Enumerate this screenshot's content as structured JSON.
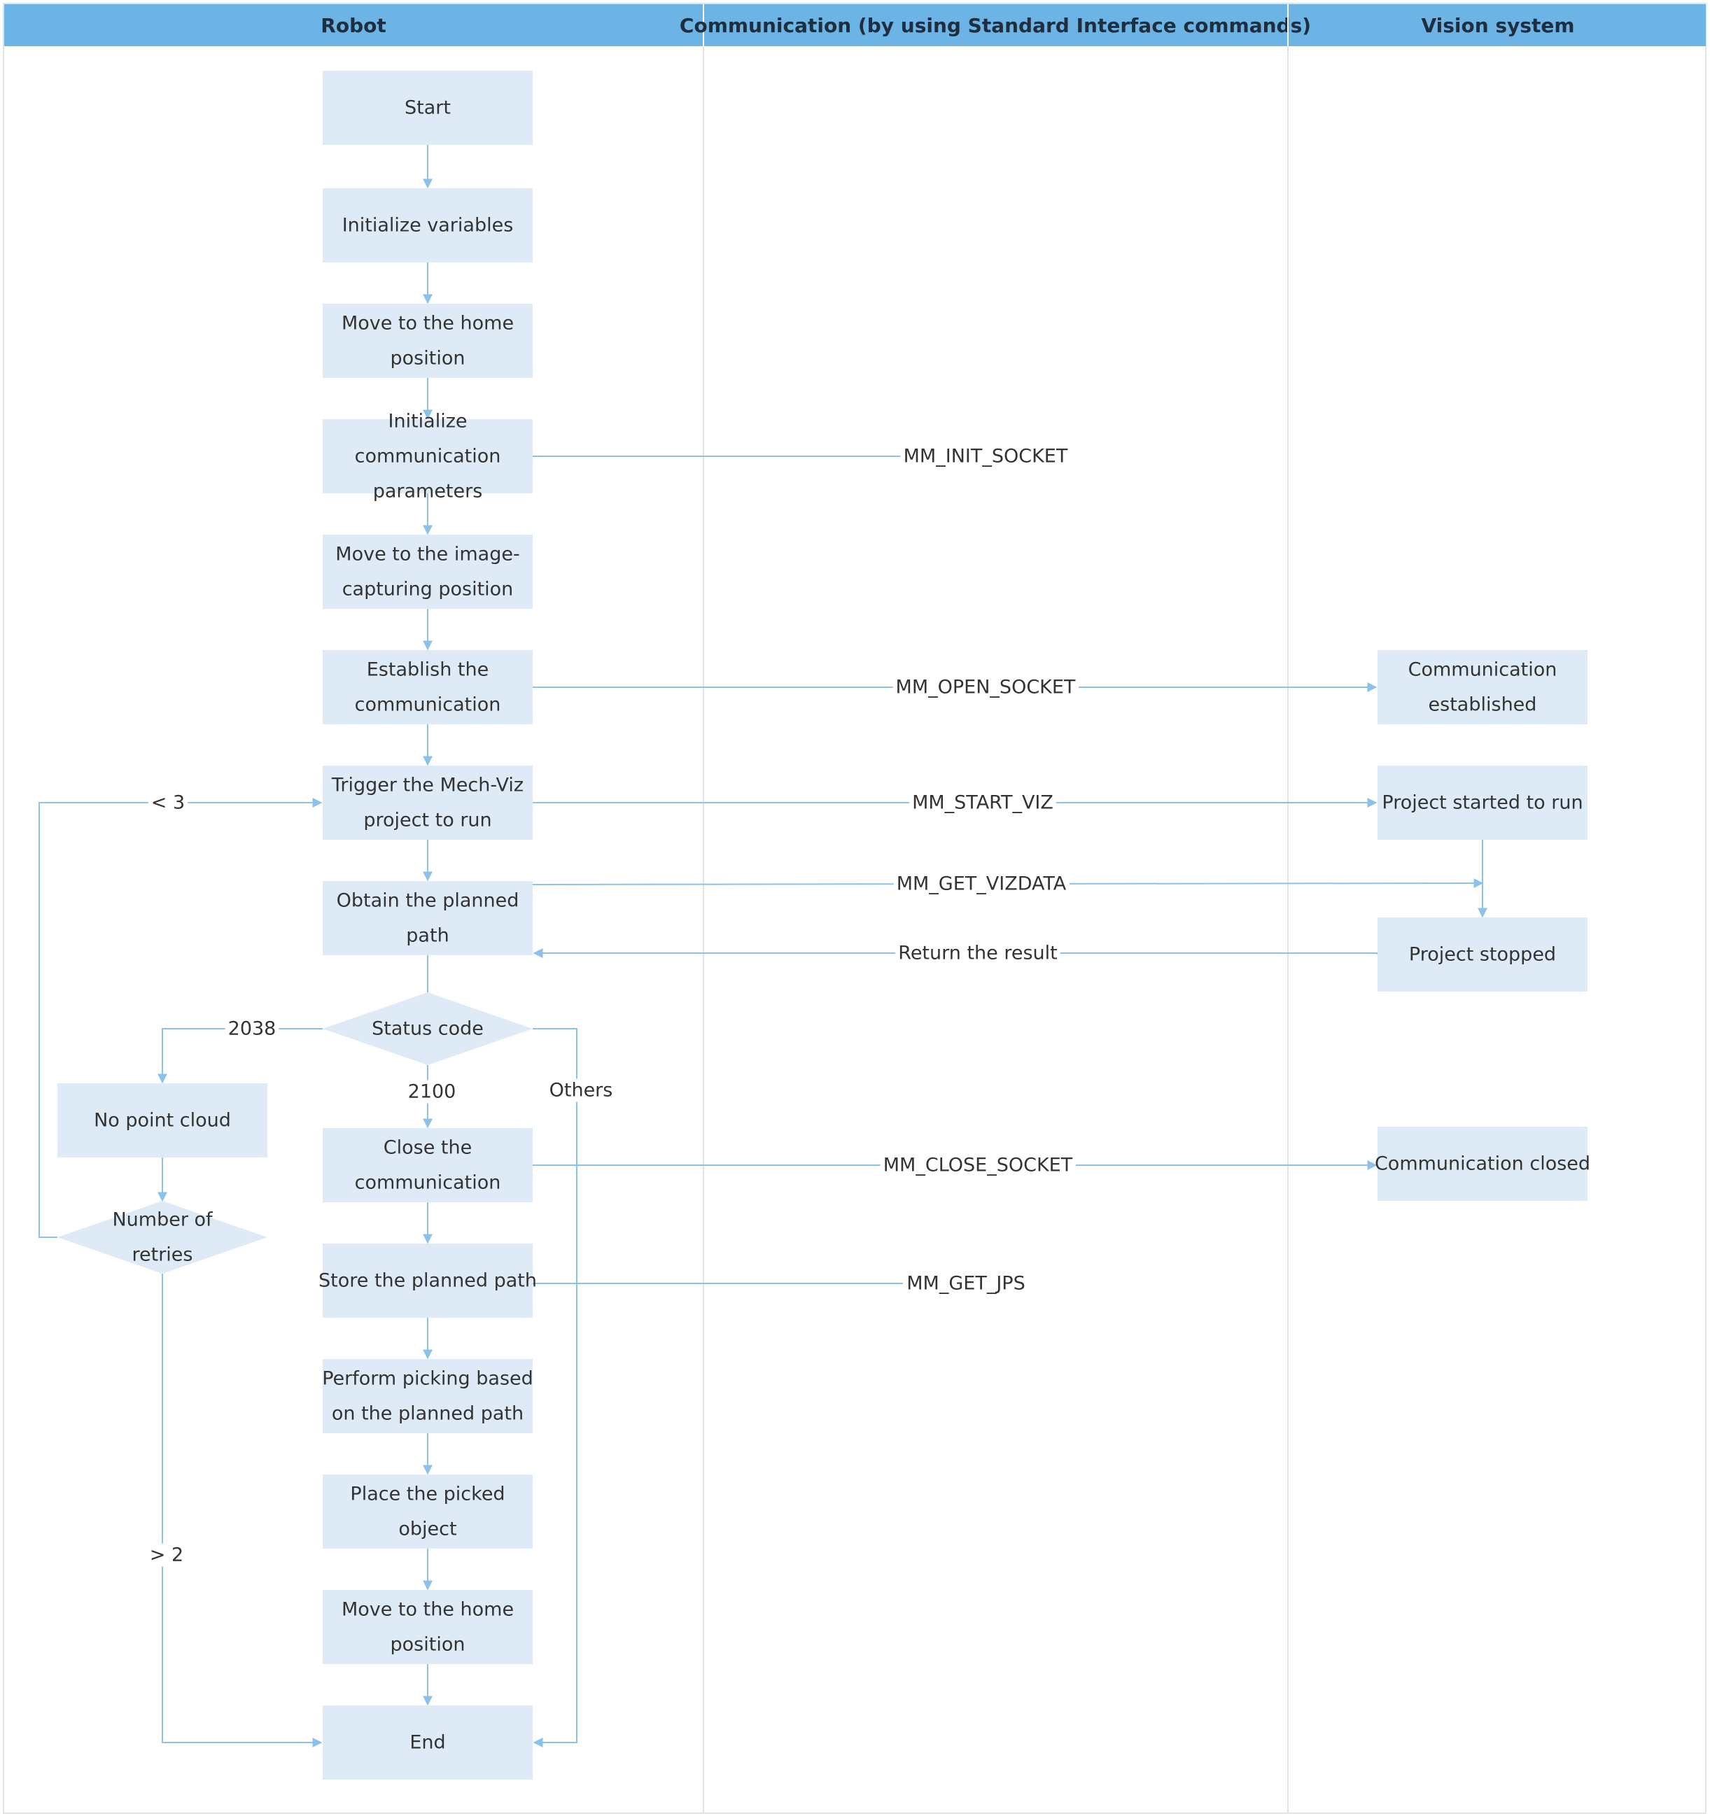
{
  "lanes": [
    {
      "id": "robot",
      "title": "Robot"
    },
    {
      "id": "comm",
      "title": "Communication (by using Standard Interface commands)"
    },
    {
      "id": "vision",
      "title": "Vision system"
    }
  ],
  "nodes": [
    {
      "id": "start",
      "shape": "rect",
      "lines": [
        "Start"
      ]
    },
    {
      "id": "init-vars",
      "shape": "rect",
      "lines": [
        "Initialize variables"
      ]
    },
    {
      "id": "move-home-1",
      "shape": "rect",
      "lines": [
        "Move to the home",
        "position"
      ]
    },
    {
      "id": "init-comm",
      "shape": "rect",
      "lines": [
        "Initialize",
        "communication",
        "parameters"
      ]
    },
    {
      "id": "move-capture",
      "shape": "rect",
      "lines": [
        "Move to the image-",
        "capturing position"
      ]
    },
    {
      "id": "establish-comm",
      "shape": "rect",
      "lines": [
        "Establish the",
        "communication"
      ]
    },
    {
      "id": "trigger-viz",
      "shape": "rect",
      "lines": [
        "Trigger the Mech-Viz",
        "project to run"
      ]
    },
    {
      "id": "obtain-path",
      "shape": "rect",
      "lines": [
        "Obtain the planned",
        "path"
      ]
    },
    {
      "id": "status-code",
      "shape": "diamond",
      "lines": [
        "Status code"
      ]
    },
    {
      "id": "no-point-cloud",
      "shape": "rect",
      "lines": [
        "No point cloud"
      ]
    },
    {
      "id": "num-retries",
      "shape": "diamond",
      "lines": [
        "Number of",
        "retries"
      ]
    },
    {
      "id": "close-comm",
      "shape": "rect",
      "lines": [
        "Close the",
        "communication"
      ]
    },
    {
      "id": "store-path",
      "shape": "rect",
      "lines": [
        "Store the planned path"
      ]
    },
    {
      "id": "perform-picking",
      "shape": "rect",
      "lines": [
        "Perform picking based",
        "on the planned path"
      ]
    },
    {
      "id": "place-object",
      "shape": "rect",
      "lines": [
        "Place the picked",
        "object"
      ]
    },
    {
      "id": "move-home-2",
      "shape": "rect",
      "lines": [
        "Move to the home",
        "position"
      ]
    },
    {
      "id": "end",
      "shape": "rect",
      "lines": [
        "End"
      ]
    },
    {
      "id": "comm-established",
      "shape": "rect",
      "lines": [
        "Communication",
        "established"
      ]
    },
    {
      "id": "project-started",
      "shape": "rect",
      "lines": [
        "Project started to run"
      ]
    },
    {
      "id": "project-stopped",
      "shape": "rect",
      "lines": [
        "Project stopped"
      ]
    },
    {
      "id": "comm-closed",
      "shape": "rect",
      "lines": [
        "Communication closed"
      ]
    }
  ],
  "edges": [
    {
      "id": "start-init-vars"
    },
    {
      "id": "init-vars-move-home-1"
    },
    {
      "id": "move-home-1-init-comm"
    },
    {
      "id": "init-comm-move-capture"
    },
    {
      "id": "move-capture-establish-comm"
    },
    {
      "id": "establish-comm-trigger-viz"
    },
    {
      "id": "trigger-viz-obtain-path"
    },
    {
      "id": "obtain-path-status-code"
    },
    {
      "id": "status-no-point-cloud",
      "label": "2038"
    },
    {
      "id": "status-close-comm",
      "label": "2100"
    },
    {
      "id": "status-end-others",
      "label": "Others"
    },
    {
      "id": "no-point-cloud-retries"
    },
    {
      "id": "retries-trigger",
      "label": "< 3"
    },
    {
      "id": "retries-end",
      "label": "> 2"
    },
    {
      "id": "close-comm-store"
    },
    {
      "id": "store-perform"
    },
    {
      "id": "perform-place"
    },
    {
      "id": "place-move-home-2"
    },
    {
      "id": "move-home-2-end"
    },
    {
      "id": "init-socket",
      "label": "MM_INIT_SOCKET"
    },
    {
      "id": "open-socket",
      "label": "MM_OPEN_SOCKET"
    },
    {
      "id": "start-viz",
      "label": "MM_START_VIZ"
    },
    {
      "id": "project-started-stopped"
    },
    {
      "id": "get-vizdata",
      "label": "MM_GET_VIZDATA"
    },
    {
      "id": "return-result",
      "label": "Return the result"
    },
    {
      "id": "close-socket",
      "label": "MM_CLOSE_SOCKET"
    },
    {
      "id": "get-jps",
      "label": "MM_GET_JPS"
    }
  ],
  "colors": {
    "header_bg": "#6cb4e6",
    "node_fill": "#deebf7",
    "edge": "#8cc1ea",
    "lane_divider": "#e3e3e3",
    "text": "#333333"
  }
}
